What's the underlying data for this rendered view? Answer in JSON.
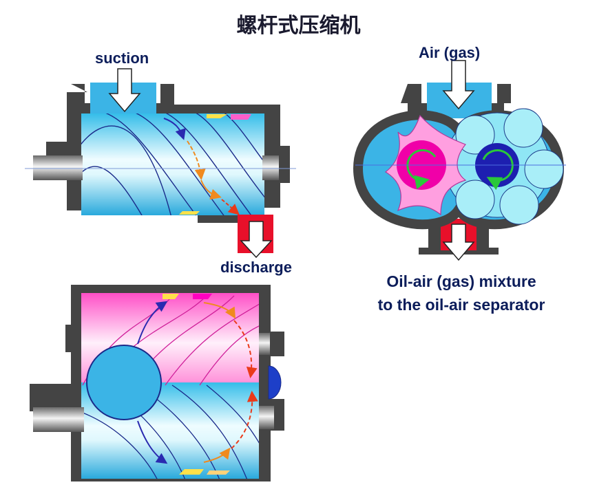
{
  "title": "螺杆式压缩机",
  "labels": {
    "suction": "suction",
    "discharge": "discharge",
    "air_gas": "Air (gas)",
    "mixture_line1": "Oil-air (gas) mixture",
    "mixture_line2": "to the oil-air separator"
  },
  "colors": {
    "casing": "#404040",
    "inlet": "#3bb4e6",
    "outlet": "#e8102a",
    "rotor_light": "#cdf3fb",
    "rotor_dark": "#2fb5e6",
    "male_rotor": "#ff7fd7",
    "female_rotor": "#8fe6f5",
    "flow_arrow": "#f28c1e",
    "helix_line": "#1a2a8a"
  }
}
